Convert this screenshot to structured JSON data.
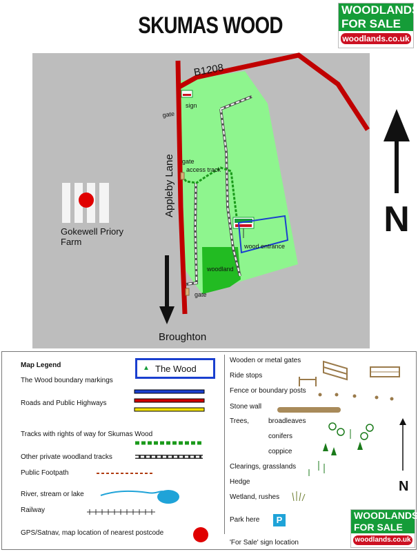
{
  "title": "SKUMAS WOOD",
  "logo": {
    "line1": "WOODLANDS",
    "line2": "FOR SALE",
    "line3": "woodlands.co.uk"
  },
  "map": {
    "road_b1208": "B1208",
    "road_appleby": "Appleby Lane",
    "sign": "sign",
    "gate_top": "gate",
    "gate_mid": "gate",
    "access_track": "access track",
    "woodland": "woodland",
    "wood_entrance": "wood entrance",
    "gate_bottom": "gate",
    "farm_line1": "Gokewell Priory",
    "farm_line2": "Farm",
    "broughton": "Broughton",
    "north": "N",
    "colors": {
      "background": "#bdbdbd",
      "wood": "#8ef58e",
      "woodland": "#22bb22",
      "road": "#c00000",
      "boundary": "#1a3fcf"
    }
  },
  "legend": {
    "heading": "Map Legend",
    "the_wood_box": "The Wood",
    "boundary": "The Wood boundary markings",
    "roads": "Roads and Public Highways",
    "tracks_rights": "Tracks with rights of way for Skumas Wood",
    "private_tracks": "Other private woodland tracks",
    "footpath": "Public Footpath",
    "river": "River, stream or lake",
    "railway": "Railway",
    "gps": "GPS/Satnav, map location of nearest postcode",
    "gates": "Wooden or metal gates",
    "ride_stops": "Ride stops",
    "fence": "Fence or boundary posts",
    "stone_wall": "Stone wall",
    "trees": "Trees,",
    "broadleaves": "broadleaves",
    "conifers": "conifers",
    "coppice": "coppice",
    "clearings": "Clearings, grasslands",
    "hedge": "Hedge",
    "wetland": "Wetland, rushes",
    "park": "Park here",
    "park_symbol": "P",
    "for_sale": "'For Sale'  sign location",
    "north": "N"
  }
}
